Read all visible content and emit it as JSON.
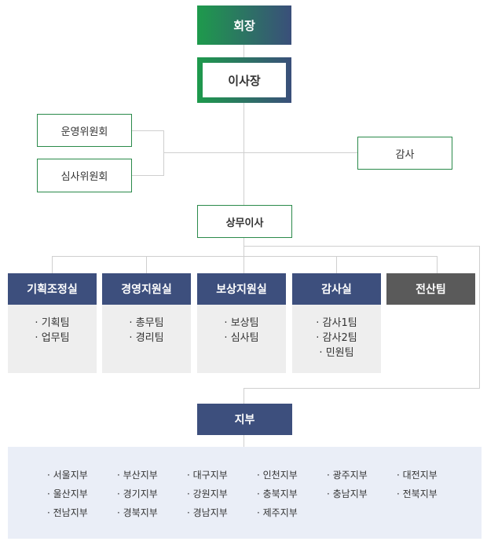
{
  "chairman": "회장",
  "ceo": "이사장",
  "committees": [
    "운영위원회",
    "심사위원회"
  ],
  "auditor": "감사",
  "managing_director": "상무이사",
  "departments": [
    {
      "name": "기획조정실",
      "teams": [
        "기획팀",
        "업무팀"
      ]
    },
    {
      "name": "경영지원실",
      "teams": [
        "총무팀",
        "경리팀"
      ]
    },
    {
      "name": "보상지원실",
      "teams": [
        "보상팀",
        "심사팀"
      ]
    },
    {
      "name": "감사실",
      "teams": [
        "감사1팀",
        "감사2팀",
        "민원팀"
      ]
    },
    {
      "name": "전산팀",
      "teams": []
    }
  ],
  "branch_header": "지부",
  "branches": [
    [
      "서울지부",
      "부산지부",
      "대구지부",
      "인천지부",
      "광주지부",
      "대전지부"
    ],
    [
      "울산지부",
      "경기지부",
      "강원지부",
      "충북지부",
      "충남지부",
      "전북지부"
    ],
    [
      "전남지부",
      "경북지부",
      "경남지부",
      "제주지부"
    ]
  ],
  "colors": {
    "green": "#1e9a4c",
    "navy": "#3d4f7d",
    "gray": "#5a5a5a",
    "light_gray": "#eeeeee",
    "light_blue": "#eaeef7",
    "connector": "#cfcfcf"
  }
}
